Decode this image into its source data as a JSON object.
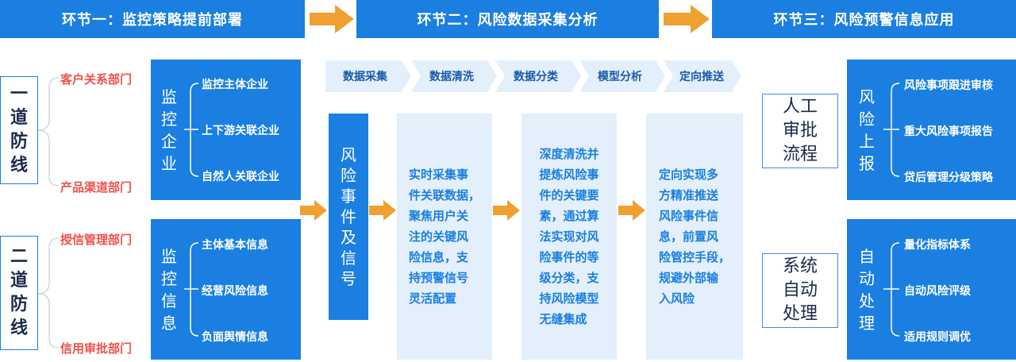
{
  "stages": [
    {
      "title": "环节一：监控策略提前部署"
    },
    {
      "title": "环节二：风险数据采集分析"
    },
    {
      "title": "环节三：风险预警信息应用"
    }
  ],
  "lines": [
    {
      "label": [
        "一",
        "道",
        "防",
        "线"
      ]
    },
    {
      "label": [
        "二",
        "道",
        "防",
        "线"
      ]
    }
  ],
  "departments": [
    "客户关系部门",
    "产品渠道部门",
    "授信管理部门",
    "信用审批部门"
  ],
  "monitor_groups": [
    {
      "title": [
        "监",
        "控",
        "企",
        "业"
      ],
      "items": [
        "监控主体企业",
        "上下游关联企业",
        "自然人关联企业"
      ]
    },
    {
      "title": [
        "监",
        "控",
        "信",
        "息"
      ],
      "items": [
        "主体基本信息",
        "经营风险信息",
        "负面舆情信息"
      ]
    }
  ],
  "risk_signal": {
    "title": [
      "风",
      "险",
      "事",
      "件",
      "及",
      "信",
      "号"
    ]
  },
  "steps": [
    "数据采集",
    "数据清洗",
    "数据分类",
    "模型分析",
    "定向推送"
  ],
  "panels": [
    {
      "lines": [
        "实时采集事",
        "件关联数据，",
        "聚焦用户关",
        "注的关键风",
        "险信息，支",
        "持预警信号",
        "灵活配置"
      ]
    },
    {
      "lines": [
        "深度清洗并",
        "提炼风险事",
        "件的关键要",
        "素，通过算",
        "法实现对风",
        "险事件的等",
        "级分类，支",
        "持风险模型",
        "无缝集成"
      ]
    },
    {
      "lines": [
        "定向实现多",
        "方精准推送",
        "风险事件信",
        "息，前置风",
        "险管控手段，",
        "规避外部输",
        "入风险"
      ]
    }
  ],
  "process_boxes": [
    {
      "lines": [
        "人工",
        "审批",
        "流程"
      ]
    },
    {
      "lines": [
        "系统",
        "自动",
        "处理"
      ]
    }
  ],
  "applications": [
    {
      "title": [
        "风",
        "险",
        "上",
        "报"
      ],
      "items": [
        "风险事项跟进审核",
        "重大风险事项报告",
        "贷后管理分级策略"
      ]
    },
    {
      "title": [
        "自",
        "动",
        "处",
        "理"
      ],
      "items": [
        "量化指标体系",
        "自动风险评级",
        "适用规则调优"
      ]
    }
  ],
  "colors": {
    "primary_blue": "#1a7fe0",
    "light_panel": "#e3effb",
    "arrow_orange": "#f0a030",
    "department_red": "#f0504a"
  }
}
